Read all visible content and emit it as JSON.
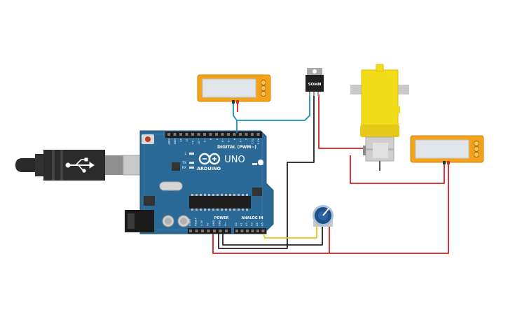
{
  "board": {
    "brand": "ARDUINO",
    "model": "UNO",
    "digital_header_label": "DIGITAL (PWM~)",
    "power_header_label": "POWER",
    "analog_header_label": "ANALOG IN",
    "led_l": "L",
    "led_tx": "TX",
    "led_rx": "RX",
    "led_on": "ON",
    "digital_pins": [
      "AREF",
      "GND",
      "13",
      "12",
      "~11",
      "~10",
      "~9",
      "8",
      "7",
      "~6",
      "~5",
      "4",
      "~3",
      "2",
      "TX 1",
      "RX 0"
    ],
    "power_pins": [
      "IOREF",
      "RESET",
      "3.3V",
      "5V",
      "GND",
      "GND",
      "Vin"
    ],
    "analog_pins": [
      "A0",
      "A1",
      "A2",
      "A3",
      "A4",
      "A5"
    ]
  },
  "components": {
    "transistor_label": "NMOS"
  },
  "colors": {
    "background": "#ffffff",
    "board_blue": "#2b6a96",
    "multimeter_body": "#f4a21a",
    "multimeter_screen": "#dfe5e8",
    "motor_yellow": "#f2dc1a",
    "wire_red": "#d42020",
    "wire_black": "#222222",
    "wire_blue": "#1a8fbf",
    "wire_yellow": "#f0c419",
    "pot_blue": "#1f4f88"
  },
  "icons": [
    "usb-plug-icon",
    "dc-barrel-jack-icon",
    "reset-button-icon",
    "infinity-logo-icon"
  ]
}
